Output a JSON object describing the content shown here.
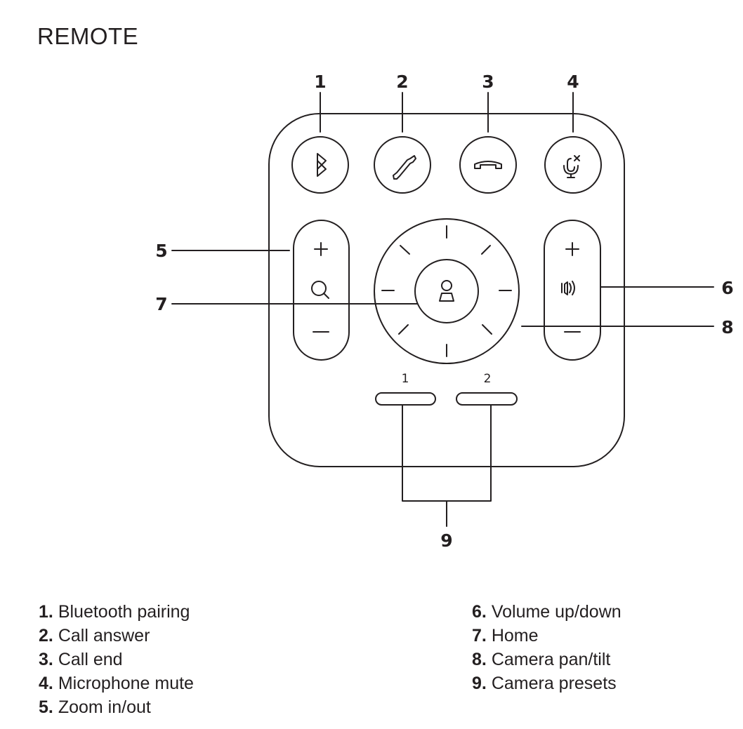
{
  "title": "REMOTE",
  "colors": {
    "stroke": "#231f20",
    "background": "#ffffff"
  },
  "callouts": [
    "1",
    "2",
    "3",
    "4",
    "5",
    "6",
    "7",
    "8",
    "9"
  ],
  "remote": {
    "top_buttons": [
      {
        "id": 1,
        "icon": "bluetooth-icon"
      },
      {
        "id": 2,
        "icon": "phone-answer-icon"
      },
      {
        "id": 3,
        "icon": "phone-hangup-icon"
      },
      {
        "id": 4,
        "icon": "mic-mute-icon"
      }
    ],
    "zoom_control": {
      "plus": "+",
      "minus": "−",
      "icon": "magnifier-icon"
    },
    "volume_control": {
      "plus": "+",
      "minus": "−",
      "icon": "speaker-icon"
    },
    "dpad": {
      "center_icon": "camera-home-icon"
    },
    "presets": [
      "1",
      "2"
    ]
  },
  "legend": {
    "left": [
      {
        "num": "1.",
        "label": "Bluetooth pairing"
      },
      {
        "num": "2.",
        "label": "Call answer"
      },
      {
        "num": "3.",
        "label": "Call end"
      },
      {
        "num": "4.",
        "label": "Microphone mute"
      },
      {
        "num": "5.",
        "label": "Zoom in/out"
      }
    ],
    "right": [
      {
        "num": "6.",
        "label": "Volume up/down"
      },
      {
        "num": "7.",
        "label": "Home"
      },
      {
        "num": "8.",
        "label": "Camera pan/tilt"
      },
      {
        "num": "9.",
        "label": "Camera presets"
      }
    ]
  }
}
